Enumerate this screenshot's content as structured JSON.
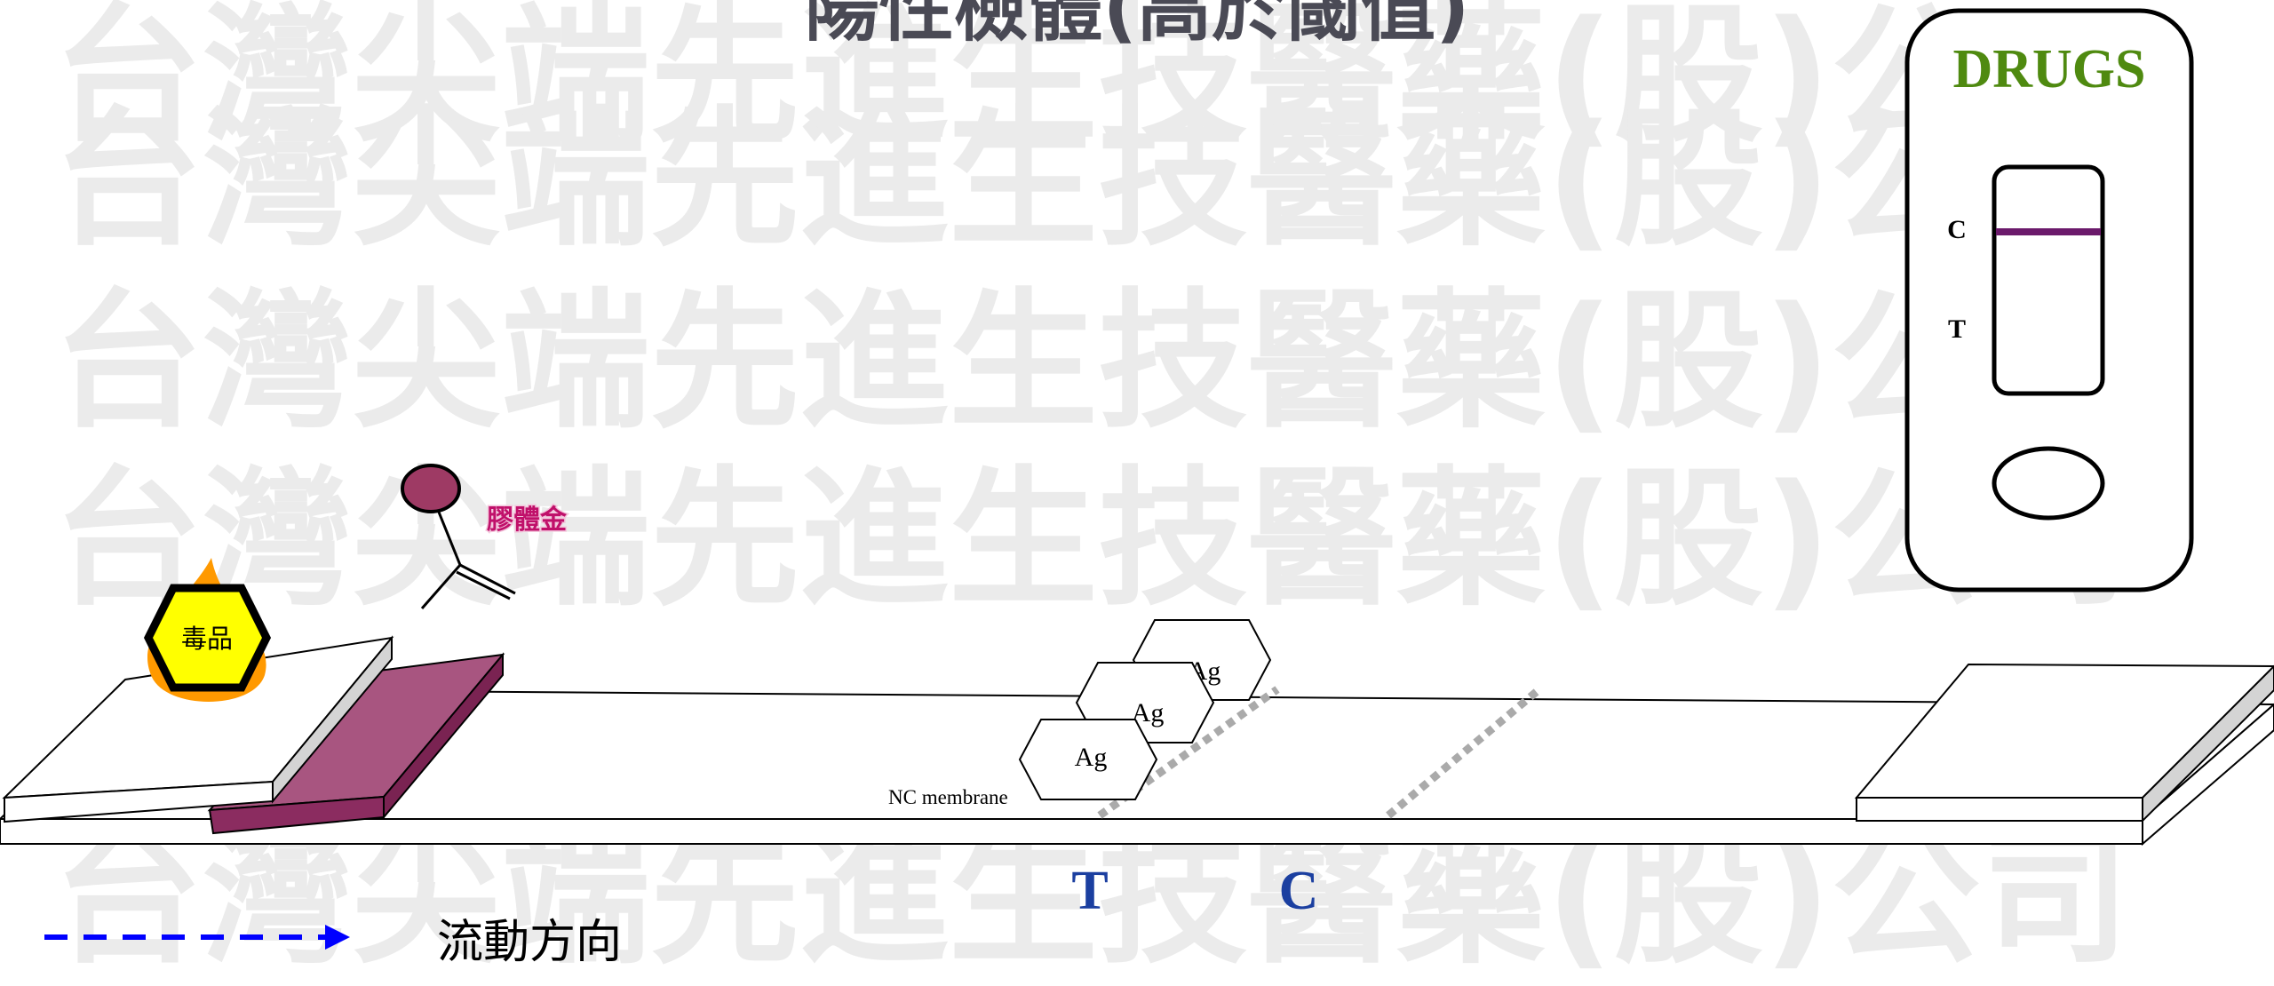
{
  "title": "陽性檢體(高於閾值)",
  "watermark": {
    "text": "台灣尖端先進生技醫藥(股)公司",
    "repeat": 5
  },
  "device": {
    "label": "DRUGS",
    "control_mark": "C",
    "test_mark": "T"
  },
  "labels": {
    "drug": "毒品",
    "gold": "膠體金",
    "membrane": "NC membrane",
    "antigens": [
      "Ag",
      "Ag",
      "Ag"
    ],
    "test_line": "T",
    "control_line": "C",
    "flow_direction": "流動方向"
  },
  "colors": {
    "device_label": "#4f8a10",
    "control_line": "#6b1a6b",
    "gold": "#9e3a64",
    "gold_text": "#c0106a",
    "pad": "#a34c78",
    "drug_hex": "#ffff00",
    "drug_flame": "#ff9900",
    "line_letters": "#1b3fa0",
    "arrow": "#0000ff",
    "dotted_line": "#aaaaaa"
  }
}
